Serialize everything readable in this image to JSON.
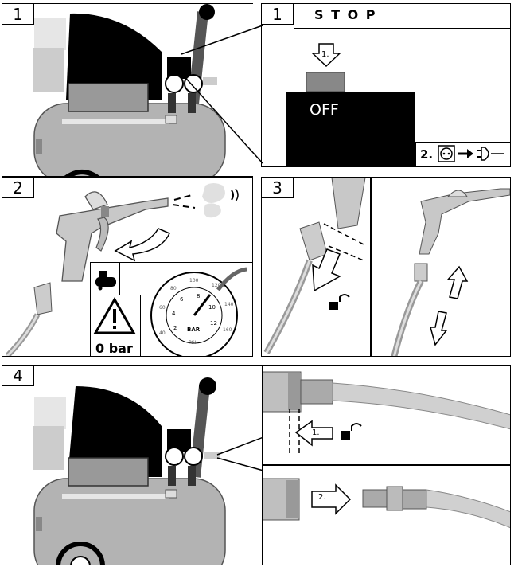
{
  "steps": {
    "s1": {
      "number": "1",
      "title": "S T O P",
      "off_label": "OFF",
      "arrow1": "1.",
      "plug_step": "2."
    },
    "s2": {
      "number": "2",
      "pressure": "0 bar",
      "gauge_unit": "BAR",
      "gauge_psi": "PSI",
      "gauge_ticks": [
        "2",
        "4",
        "6",
        "8",
        "10",
        "12"
      ],
      "gauge_outer": [
        "40",
        "60",
        "80",
        "100",
        "120",
        "140",
        "160"
      ]
    },
    "s3": {
      "number": "3"
    },
    "s4": {
      "number": "4",
      "arrow1": "1.",
      "arrow2": "2."
    }
  },
  "colors": {
    "grey_fill": "#b3b3b3",
    "light_grey": "#d9d9d9",
    "black": "#000000",
    "stroke": "#555555"
  }
}
